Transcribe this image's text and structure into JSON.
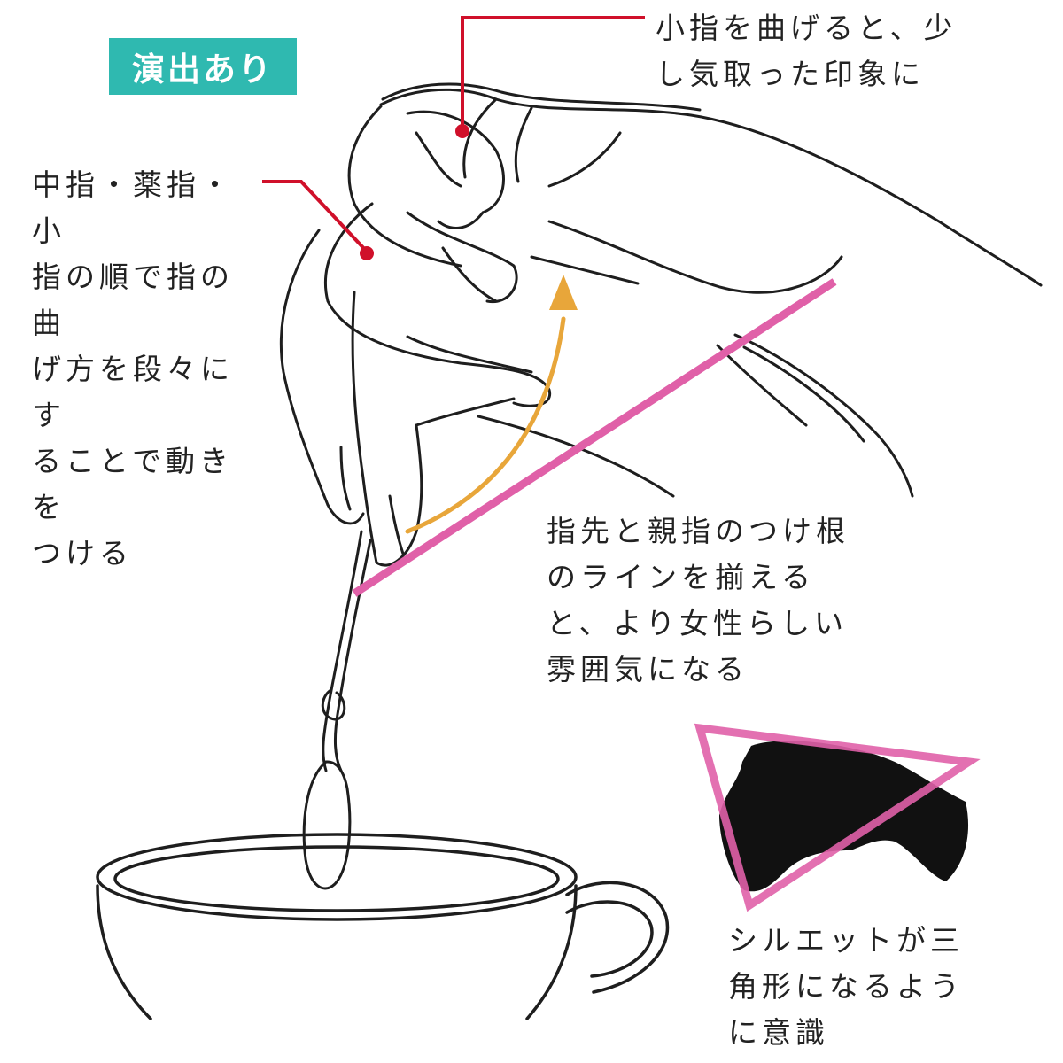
{
  "badge": {
    "label": "演出あり",
    "color": "#2fb9b0"
  },
  "annotations": {
    "pinky": {
      "text": "小指を曲げると、少\nし気取った印象に"
    },
    "fingers": {
      "text": "中指・薬指・小\n指の順で指の曲\nげ方を段々にす\nることで動きを\nつける"
    },
    "line": {
      "text": "指先と親指のつけ根\nのラインを揃える\nと、より女性らしい\n雰囲気になる"
    },
    "silhouette": {
      "text": "シルエットが三\n角形になるよう\nに意識"
    }
  },
  "colors": {
    "leader": "#d0102a",
    "guide_line": "#e060a8",
    "arrow": "#e8a63a",
    "sketch": "#1e1e1e",
    "silhouette": "#111111"
  }
}
